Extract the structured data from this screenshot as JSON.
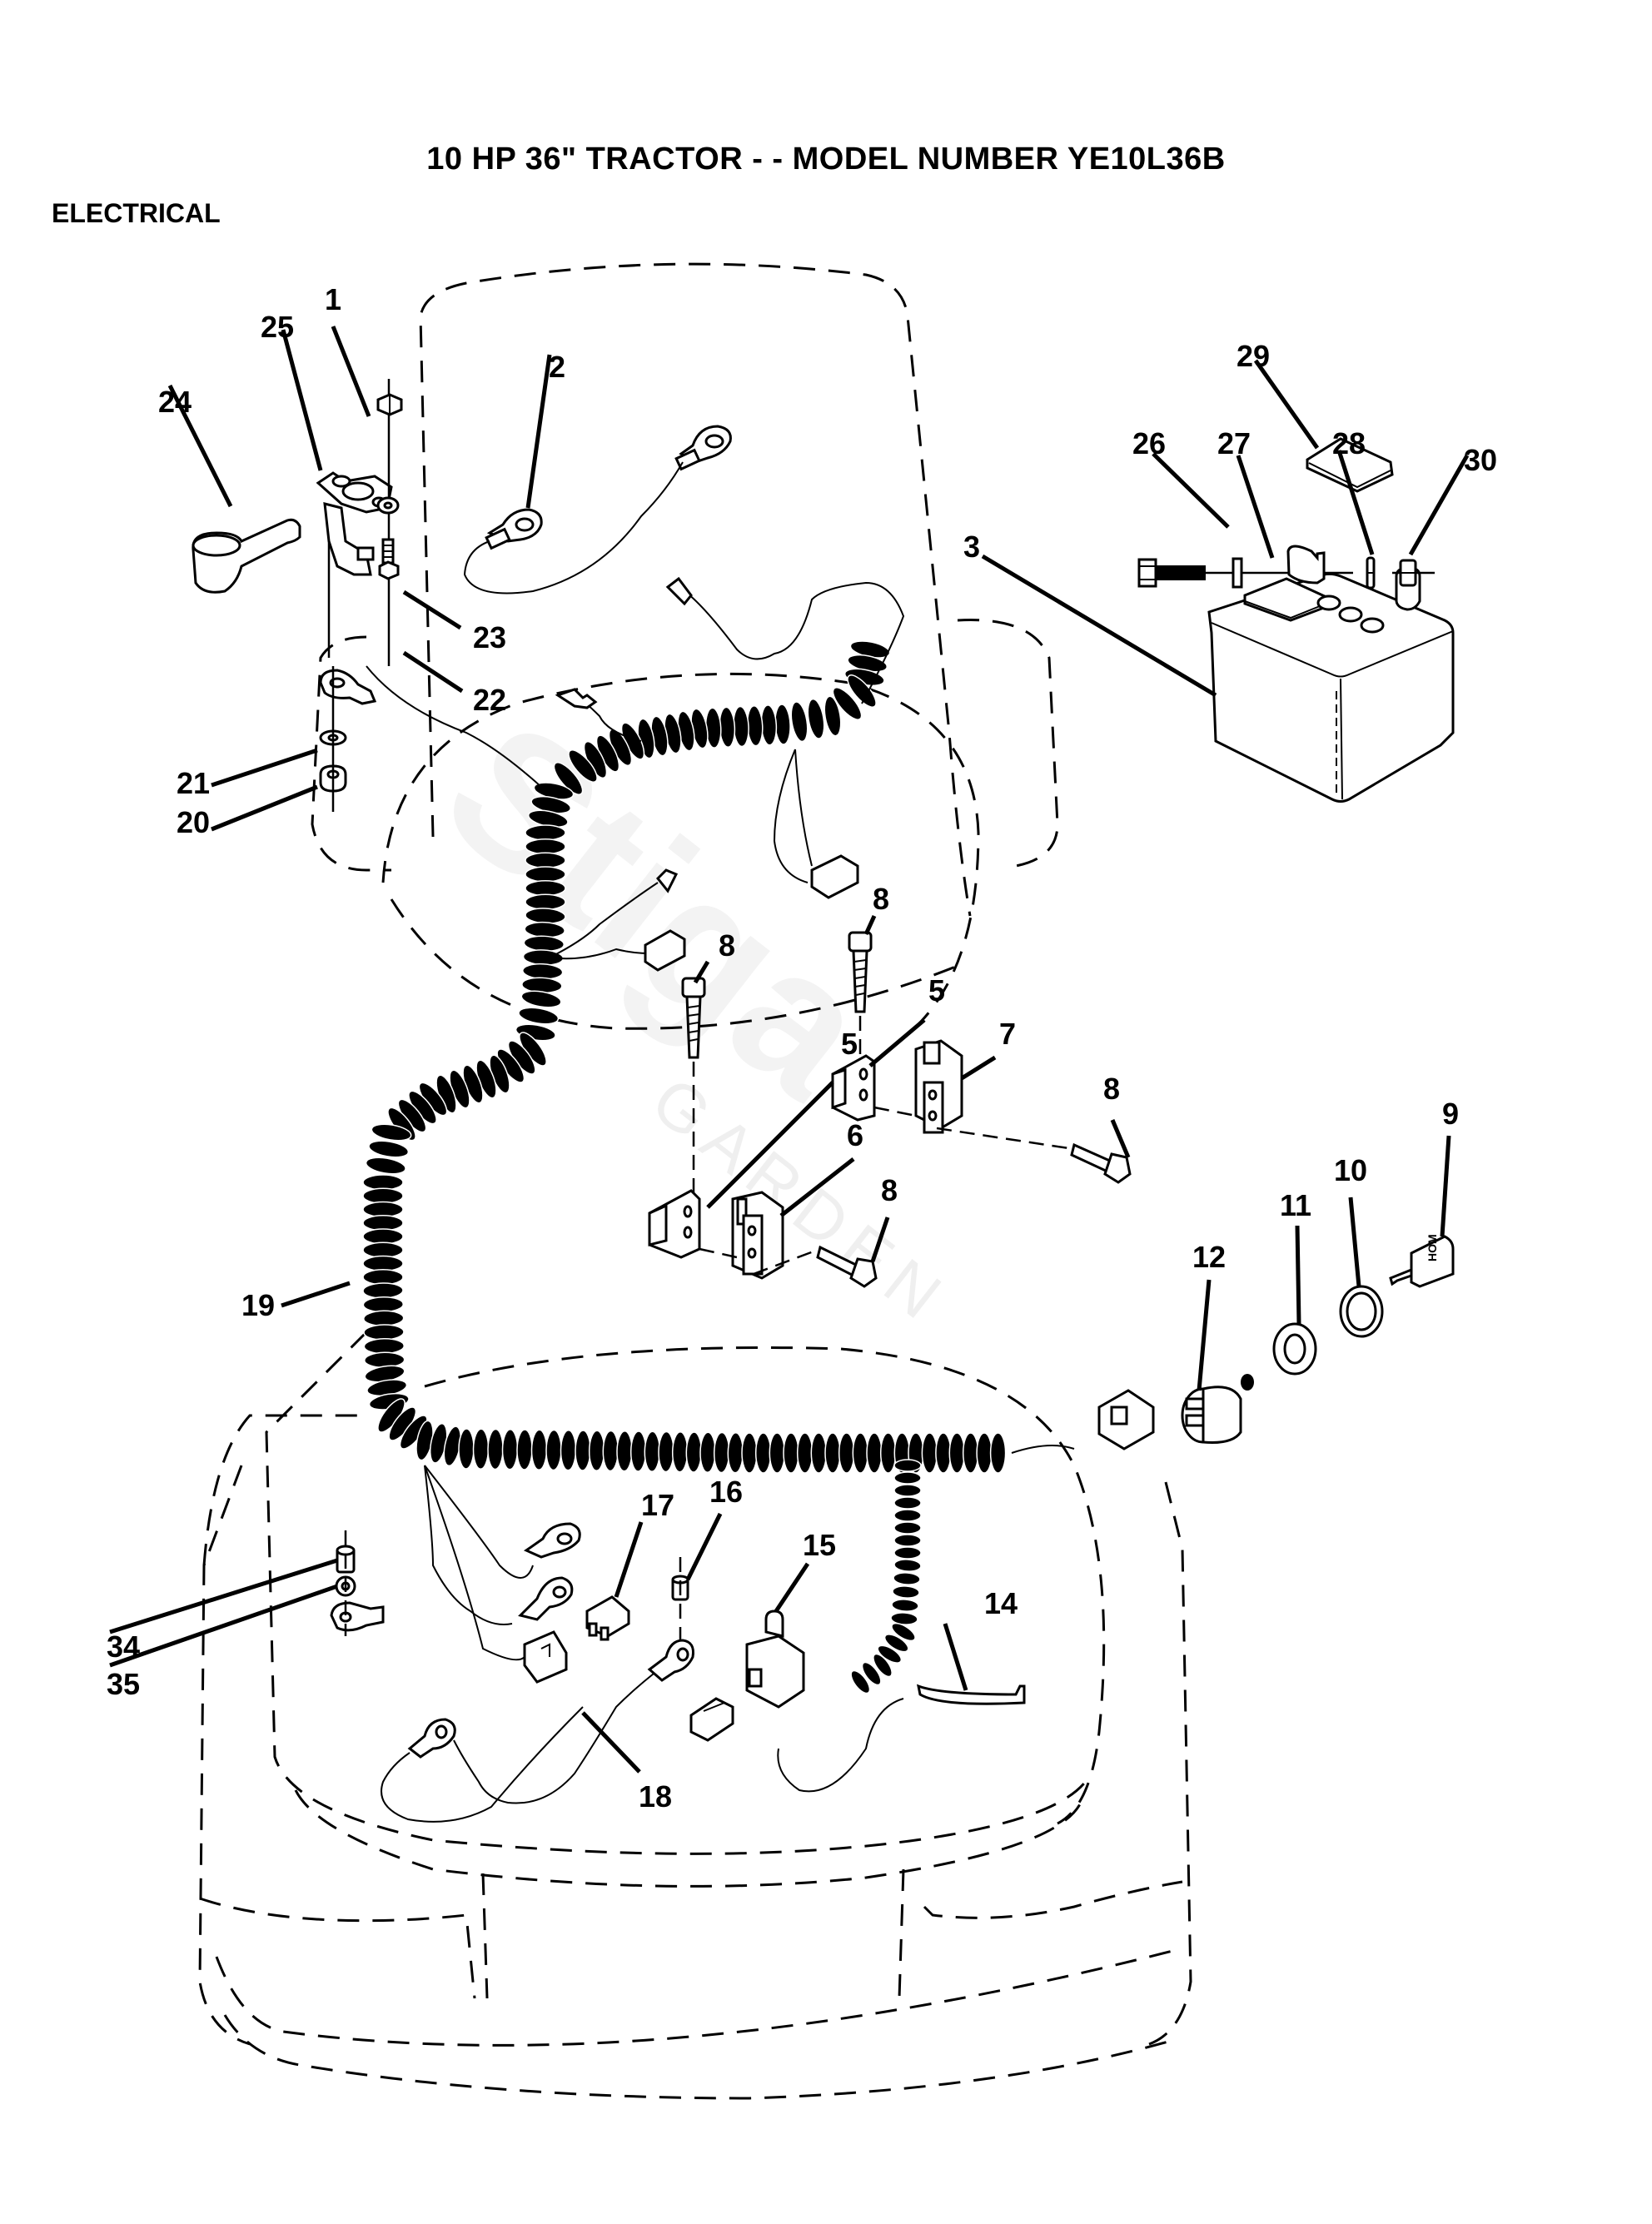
{
  "header": {
    "title": "10 HP 36\" TRACTOR - - MODEL NUMBER YE10L36B",
    "section": "ELECTRICAL"
  },
  "watermark": {
    "brand": "Stiga",
    "sub": "GARDEN"
  },
  "diagram": {
    "type": "exploded-parts-diagram",
    "callouts": [
      {
        "id": "1",
        "label": "1",
        "part": "nut"
      },
      {
        "id": "2",
        "label": "2",
        "part": "ground cable with ring terminals"
      },
      {
        "id": "3",
        "label": "3",
        "part": "battery"
      },
      {
        "id": "5a",
        "label": "5",
        "part": "switch bracket (left)"
      },
      {
        "id": "5b",
        "label": "5",
        "part": "switch bracket (right)"
      },
      {
        "id": "6",
        "label": "6",
        "part": "interlock switch"
      },
      {
        "id": "7",
        "label": "7",
        "part": "interlock switch"
      },
      {
        "id": "8a",
        "label": "8",
        "part": "screw (upper left)"
      },
      {
        "id": "8b",
        "label": "8",
        "part": "screw (upper right)"
      },
      {
        "id": "8c",
        "label": "8",
        "part": "screw (lower left)"
      },
      {
        "id": "8d",
        "label": "8",
        "part": "screw (lower right)"
      },
      {
        "id": "9",
        "label": "9",
        "part": "ignition key"
      },
      {
        "id": "10",
        "label": "10",
        "part": "bezel"
      },
      {
        "id": "11",
        "label": "11",
        "part": "nut, ignition switch"
      },
      {
        "id": "12",
        "label": "12",
        "part": "ignition switch"
      },
      {
        "id": "14",
        "label": "14",
        "part": "cable tie"
      },
      {
        "id": "15",
        "label": "15",
        "part": "seat switch"
      },
      {
        "id": "16",
        "label": "16",
        "part": "nut"
      },
      {
        "id": "17",
        "label": "17",
        "part": "fuse"
      },
      {
        "id": "18",
        "label": "18",
        "part": "cable"
      },
      {
        "id": "19",
        "label": "19",
        "part": "wire harness"
      },
      {
        "id": "20",
        "label": "20",
        "part": "nut"
      },
      {
        "id": "21",
        "label": "21",
        "part": "washer"
      },
      {
        "id": "22",
        "label": "22",
        "part": "bolt"
      },
      {
        "id": "23",
        "label": "23",
        "part": "lockwasher"
      },
      {
        "id": "24",
        "label": "24",
        "part": "terminal boot"
      },
      {
        "id": "25",
        "label": "25",
        "part": "solenoid"
      },
      {
        "id": "26",
        "label": "26",
        "part": "bolt"
      },
      {
        "id": "27",
        "label": "27",
        "part": "washer"
      },
      {
        "id": "28",
        "label": "28",
        "part": "lockwasher"
      },
      {
        "id": "29",
        "label": "29",
        "part": "terminal cover"
      },
      {
        "id": "30",
        "label": "30",
        "part": "nut"
      },
      {
        "id": "34",
        "label": "34",
        "part": "nut"
      },
      {
        "id": "35",
        "label": "35",
        "part": "lockwasher"
      }
    ]
  }
}
